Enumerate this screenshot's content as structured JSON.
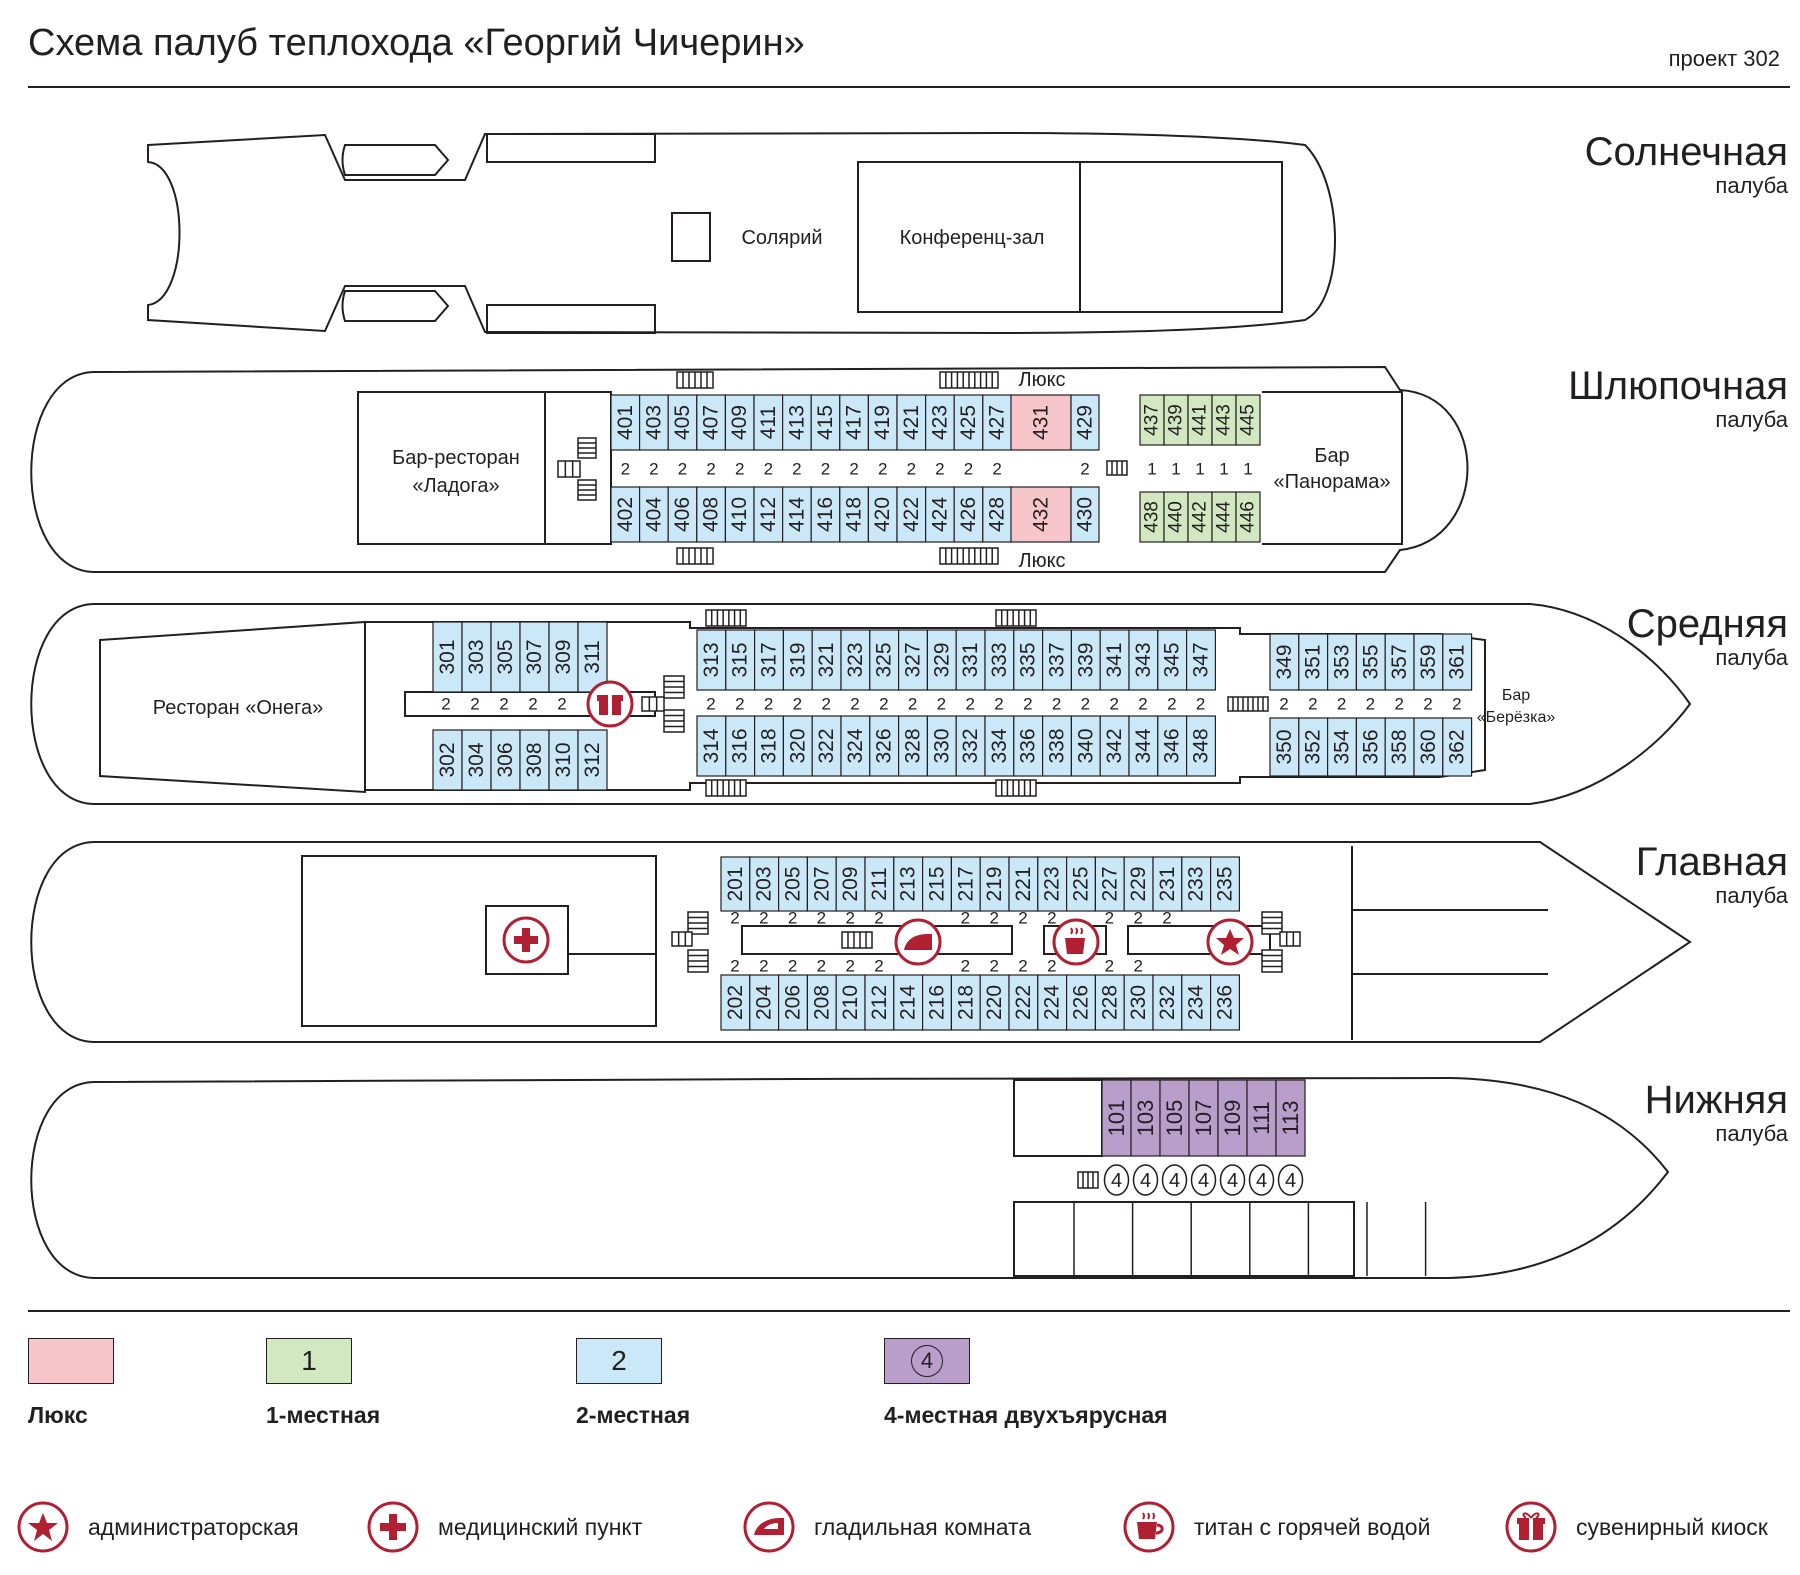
{
  "header": {
    "title": "Схема палуб теплохода «Георгий Чичерин»",
    "project": "проект 302"
  },
  "palette": {
    "lux": "#f7c6cb",
    "single": "#d2e8c1",
    "double": "#cbe8f8",
    "quad": "#b99dcb",
    "accent": "#b11f33",
    "line": "#231f20"
  },
  "decks": {
    "sun": {
      "name": "Солнечная",
      "sub": "палуба",
      "solarium": "Солярий",
      "conference": "Конференц-зал"
    },
    "boat": {
      "name": "Шлюпочная",
      "sub": "палуба",
      "bar_left_1": "Бар-ресторан",
      "bar_left_2": "«Ладога»",
      "bar_right_1": "Бар",
      "bar_right_2": "«Панорама»",
      "lux_top": "Люкс",
      "lux_bottom": "Люкс",
      "top": [
        "401",
        "403",
        "405",
        "407",
        "409",
        "411",
        "413",
        "415",
        "417",
        "419",
        "421",
        "423",
        "425",
        "427"
      ],
      "bottom": [
        "402",
        "404",
        "406",
        "408",
        "410",
        "412",
        "414",
        "416",
        "418",
        "420",
        "422",
        "424",
        "426",
        "428"
      ],
      "lux": [
        "431",
        "432"
      ],
      "end": [
        "429",
        "430"
      ],
      "single_top": [
        "437",
        "439",
        "441",
        "443",
        "445"
      ],
      "single_bottom": [
        "438",
        "440",
        "442",
        "444",
        "446"
      ]
    },
    "middle": {
      "name": "Средняя",
      "sub": "палуба",
      "restaurant": "Ресторан «Онега»",
      "bar_1": "Бар",
      "bar_2": "«Берёзка»",
      "a_top": [
        "301",
        "303",
        "305",
        "307",
        "309",
        "311"
      ],
      "a_bottom": [
        "302",
        "304",
        "306",
        "308",
        "310",
        "312"
      ],
      "b_top": [
        "313",
        "315",
        "317",
        "319",
        "321",
        "323",
        "325",
        "327",
        "329",
        "331",
        "333",
        "335",
        "337",
        "339",
        "341",
        "343",
        "345",
        "347"
      ],
      "b_bottom": [
        "314",
        "316",
        "318",
        "320",
        "322",
        "324",
        "326",
        "328",
        "330",
        "332",
        "334",
        "336",
        "338",
        "340",
        "342",
        "344",
        "346",
        "348"
      ],
      "c_top": [
        "349",
        "351",
        "353",
        "355",
        "357",
        "359",
        "361"
      ],
      "c_bottom": [
        "350",
        "352",
        "354",
        "356",
        "358",
        "360",
        "362"
      ]
    },
    "main": {
      "name": "Главная",
      "sub": "палуба",
      "top": [
        "201",
        "203",
        "205",
        "207",
        "209",
        "211",
        "213",
        "215",
        "217",
        "219",
        "221",
        "223",
        "225",
        "227",
        "229",
        "231",
        "233",
        "235"
      ],
      "bottom": [
        "202",
        "204",
        "206",
        "208",
        "210",
        "212",
        "214",
        "216",
        "218",
        "220",
        "222",
        "224",
        "226",
        "228",
        "230",
        "232",
        "234",
        "236"
      ]
    },
    "lower": {
      "name": "Нижняя",
      "sub": "палуба",
      "cabins": [
        "101",
        "103",
        "105",
        "107",
        "109",
        "111",
        "113"
      ]
    }
  },
  "berth": {
    "two": "2",
    "one": "1",
    "four": "4"
  },
  "legend": {
    "lux": "Люкс",
    "single": "1-местная",
    "single_mark": "1",
    "double": "2-местная",
    "double_mark": "2",
    "quad": "4-местная двухъярусная",
    "quad_mark": "4"
  },
  "icons": {
    "admin": "администраторская",
    "medical": "медицинский пункт",
    "iron": "гладильная комната",
    "titan": "титан с горячей водой",
    "souvenir": "сувенирный киоск"
  }
}
